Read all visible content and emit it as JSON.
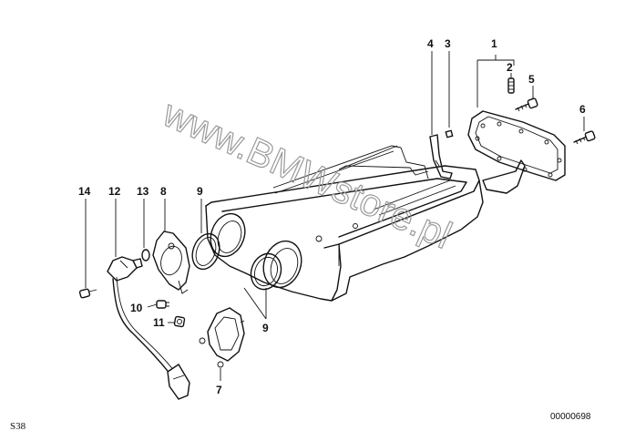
{
  "diagram": {
    "corner_code": "S38",
    "document_id": "00000698",
    "watermark": "www.BMWstore.pl",
    "part_labels": [
      "1",
      "2",
      "3",
      "4",
      "5",
      "6",
      "7",
      "8",
      "9",
      "9",
      "10",
      "11",
      "12",
      "13",
      "14"
    ]
  }
}
